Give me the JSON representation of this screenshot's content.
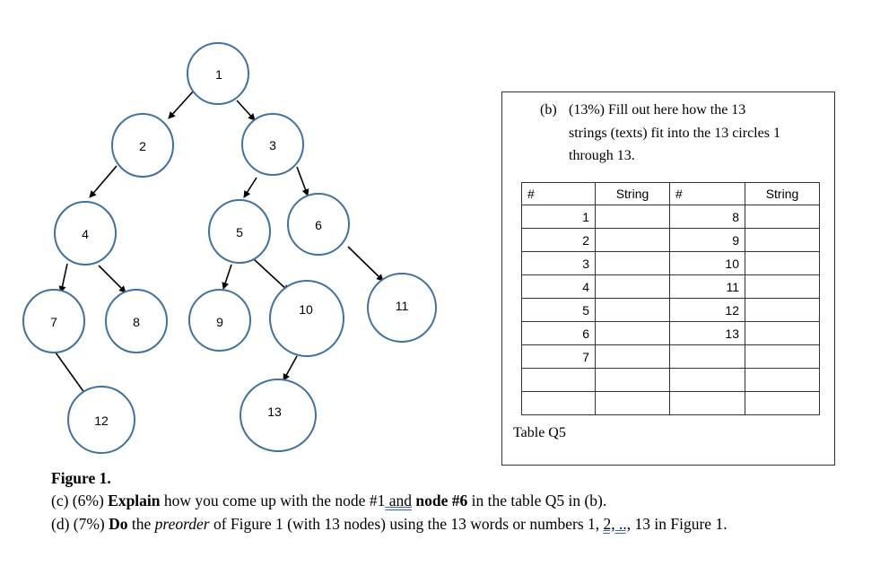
{
  "tree": {
    "nodes": [
      "1",
      "2",
      "3",
      "4",
      "5",
      "6",
      "7",
      "8",
      "9",
      "10",
      "11",
      "12",
      "13"
    ]
  },
  "panel": {
    "label_b": "(b)",
    "text_line1": "(13%) Fill out here how the 13",
    "text_line2": "strings (texts) fit into the 13 circles 1",
    "text_line3": "through 13."
  },
  "table_q5": {
    "headers": [
      "#",
      "String",
      "#",
      "String"
    ],
    "left_numbers": [
      "1",
      "2",
      "3",
      "4",
      "5",
      "6",
      "7",
      "",
      ""
    ],
    "right_numbers": [
      "8",
      "9",
      "10",
      "11",
      "12",
      "13",
      "",
      "",
      ""
    ],
    "caption": "Table Q5"
  },
  "figure": {
    "title": "Figure 1.",
    "c_prefix": "(c) (6%) ",
    "c_bold1": "Explain",
    "c_mid": " how you come up with the node #1",
    "c_under": " and",
    "c_bold2": " node #6",
    "c_end": " in the table Q5 in (b).",
    "d_prefix": "(d) (7%) ",
    "d_bold": "Do",
    "d_the": " the ",
    "d_italic": "preorder",
    "d_mid": " of Figure 1 (with 13 nodes) using the 13 words or numbers 1, ",
    "d_under": "2, ..,",
    "d_end": " 13 in Figure 1."
  }
}
